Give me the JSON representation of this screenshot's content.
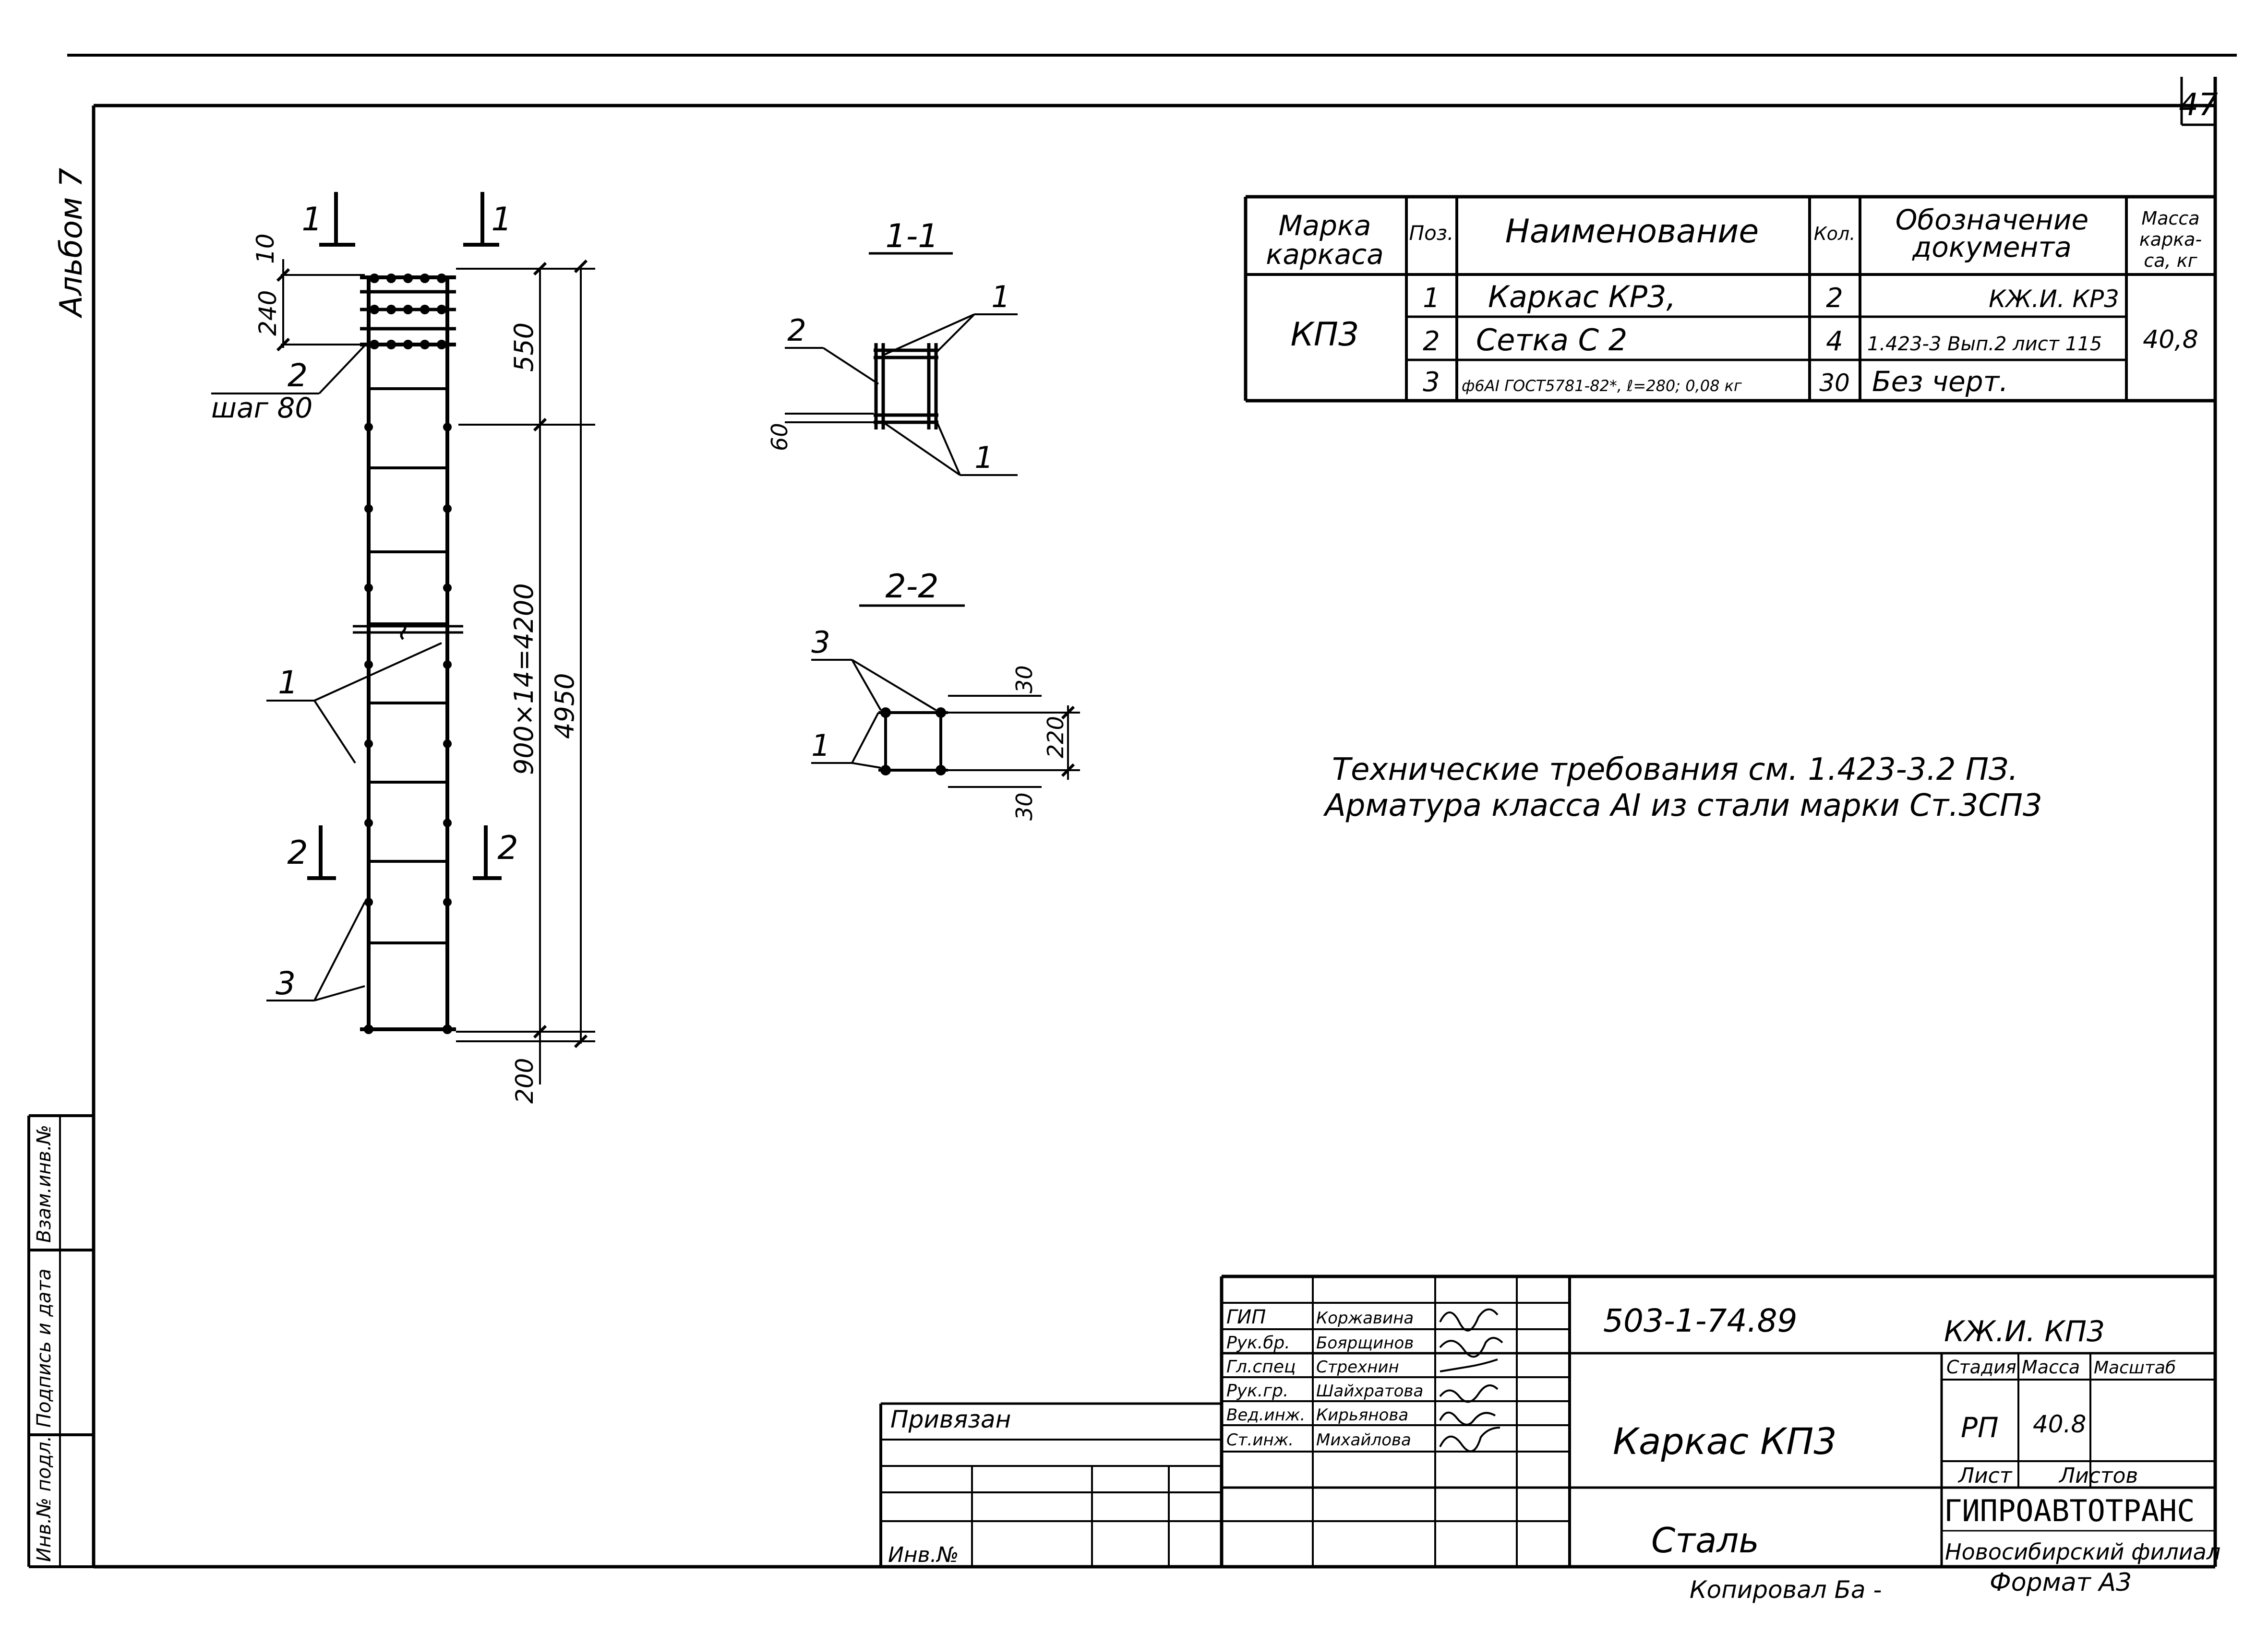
{
  "sheet": {
    "page_number": "47",
    "album": "Альбом 7",
    "copied_note": "Копировал Ба -",
    "format": "Формат А3"
  },
  "elevation": {
    "section_mark_top": "1",
    "section_mark_bottom": "2",
    "dims": {
      "d10": "10",
      "d240": "240",
      "d550": "550",
      "d_mid": "900×14=4200",
      "d4950": "4950",
      "d200": "200"
    },
    "leaders": {
      "pos2": "2",
      "pitch": "шаг 80",
      "pos1": "1",
      "pos3": "3"
    }
  },
  "section_1_1": {
    "title": "1-1",
    "dim60": "60",
    "label_1a": "1",
    "label_1b": "1",
    "label_2": "2"
  },
  "section_2_2": {
    "title": "2-2",
    "label_3": "3",
    "label_1": "1",
    "dim30a": "30",
    "dim220": "220",
    "dim30b": "30"
  },
  "spec_table": {
    "headers": {
      "mark": [
        "Марка",
        "каркаса"
      ],
      "pos": "Поз.",
      "name": "Наименование",
      "qty": "Кол.",
      "doc": [
        "Обозначение",
        "документа"
      ],
      "mass": [
        "Масса",
        "карка-",
        "са, кг"
      ]
    },
    "frame_mark": "КП3",
    "frame_mass": "40,8",
    "rows": [
      {
        "pos": "1",
        "name": "Каркас КР3,",
        "qty": "2",
        "doc": "КЖ.И. КР3"
      },
      {
        "pos": "2",
        "name": "Сетка С 2",
        "qty": "4",
        "doc": "1.423-3 Вып.2 лист 115"
      },
      {
        "pos": "3",
        "name": "ф6АI ГОСТ5781-82*, ℓ=280; 0,08 кг",
        "qty": "30",
        "doc": "Без черт."
      }
    ]
  },
  "notes": [
    "Технические требования см. 1.423-3.2 ПЗ.",
    "Арматура класса АI из стали марки Ст.3СП3"
  ],
  "left_strip": [
    "Инв.№ подл.",
    "Подпись и дата",
    "Взам.инв.№"
  ],
  "binding_block": {
    "label": "Привязан",
    "inv": "Инв.№"
  },
  "title_block": {
    "doc_code": "503-1-74.89",
    "doc_mark": "КЖ.И. КП3",
    "signatures": [
      {
        "role": "ГИП",
        "name": "Коржавина"
      },
      {
        "role": "Рук.бр.",
        "name": "Боярщинов"
      },
      {
        "role": "Гл.спец",
        "name": "Стрехнин"
      },
      {
        "role": "Рук.гр.",
        "name": "Шайхратова"
      },
      {
        "role": "Вед.инж.",
        "name": "Кирьянова"
      },
      {
        "role": "Ст.инж.",
        "name": "Михайлова"
      }
    ],
    "item_name": "Каркас КП3",
    "material": "Сталь",
    "stage_label": "Стадия",
    "mass_label": "Масса",
    "scale_label": "Масштаб",
    "stage_value": "РП",
    "mass_value": "40.8",
    "sheet_label": "Лист",
    "sheets_label": "Листов",
    "org": "ГИПРОАВТОТРАНС",
    "branch": "Новосибирский филиал"
  }
}
